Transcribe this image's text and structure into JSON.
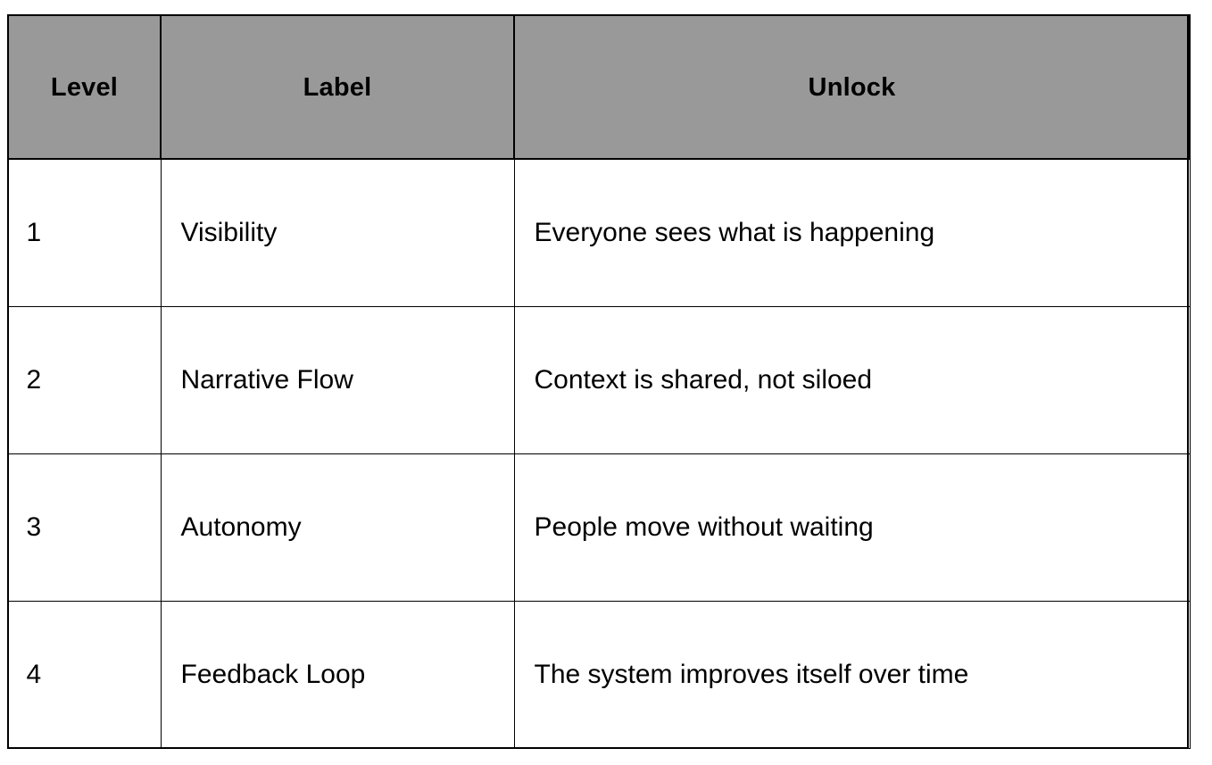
{
  "document": {
    "kind": "data-table",
    "background_color": "#ffffff"
  },
  "table": {
    "name": "levels-table",
    "header_background_color": "#999999",
    "border_color": "#000000",
    "text_color": "#000000",
    "columns": [
      {
        "key": "level",
        "header": "Level",
        "align": "left"
      },
      {
        "key": "label",
        "header": "Label",
        "align": "left"
      },
      {
        "key": "unlock",
        "header": "Unlock",
        "align": "left"
      }
    ],
    "headers": {
      "level": "Level",
      "label": "Label",
      "unlock": "Unlock"
    },
    "rows": [
      {
        "level": "1",
        "label": "Visibility",
        "unlock": "Everyone sees what is happening"
      },
      {
        "level": "2",
        "label": "Narrative Flow",
        "unlock": "Context is shared, not siloed"
      },
      {
        "level": "3",
        "label": "Autonomy",
        "unlock": "People move without waiting"
      },
      {
        "level": "4",
        "label": "Feedback Loop",
        "unlock": "The system improves itself over time"
      }
    ],
    "row_count": 4,
    "column_count": 3
  }
}
